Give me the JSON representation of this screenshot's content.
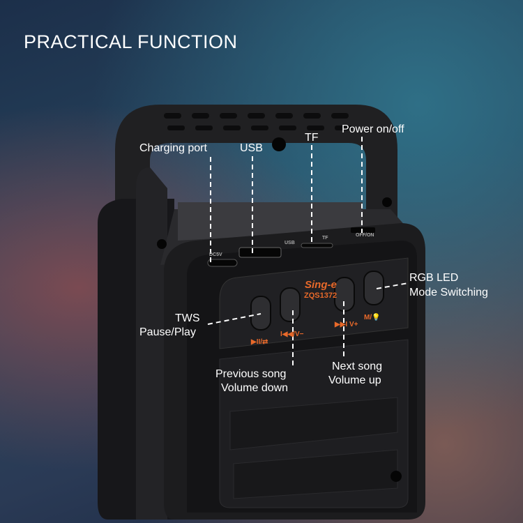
{
  "title": "PRACTICAL FUNCTION",
  "callouts": {
    "charging_port": "Charging port",
    "usb": "USB",
    "tf": "TF",
    "power": "Power on/off",
    "rgb_line1": "RGB LED",
    "rgb_line2": "Mode Switching",
    "tws_line1": "TWS",
    "tws_line2": "Pause/Play",
    "prev_line1": "Previous song",
    "prev_line2": "Volume down",
    "next_line1": "Next song",
    "next_line2": "Volume up"
  },
  "device": {
    "brand": "Sing-e",
    "model": "ZQS1372",
    "port_labels": [
      "DC5V",
      "USB",
      "TF",
      "OFF/ON"
    ],
    "button_labels": [
      "▶II/⇄",
      "I◀◀/V−",
      "▶▶I V+",
      "M/💡"
    ]
  },
  "colors": {
    "accent": "#e8692a",
    "body": "#1c1c1e"
  }
}
